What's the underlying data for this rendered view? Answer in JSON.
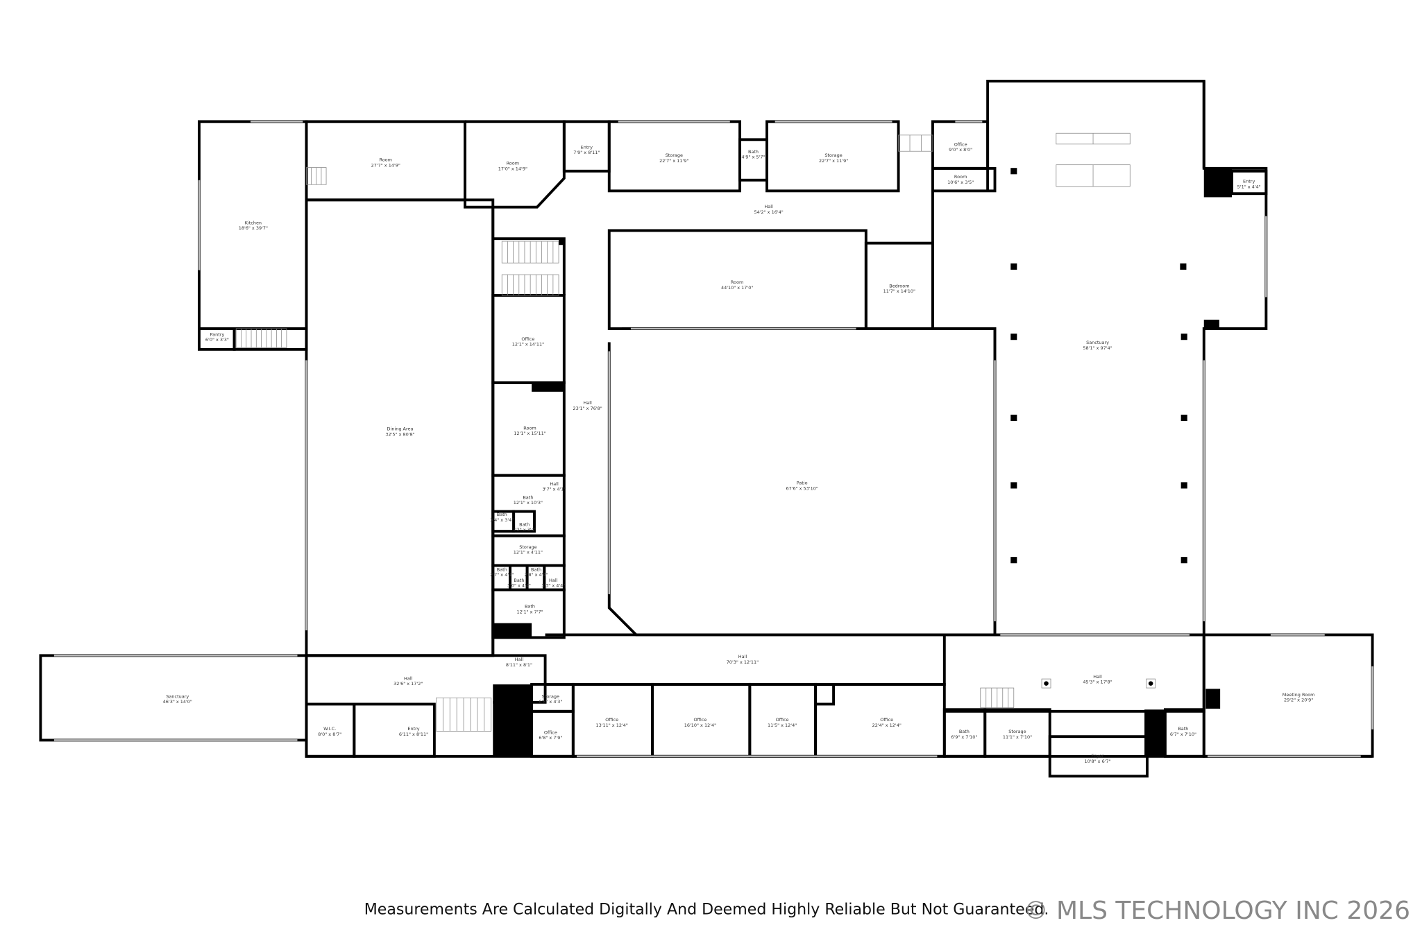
{
  "floorplan": {
    "rooms": [
      {
        "name": "Kitchen",
        "size": "18'6\" x 39'7\""
      },
      {
        "name": "Pantry",
        "size": "6'0\" x 3'3\""
      },
      {
        "name": "Room",
        "size": "27'7\" x 14'9\""
      },
      {
        "name": "Room",
        "size": "17'0\" x 14'9\""
      },
      {
        "name": "Entry",
        "size": "7'9\" x 8'11\""
      },
      {
        "name": "Storage",
        "size": "22'7\" x 11'9\""
      },
      {
        "name": "Bath",
        "size": "4'9\" x 5'7\""
      },
      {
        "name": "Storage",
        "size": "22'7\" x 11'9\""
      },
      {
        "name": "Office",
        "size": "9'0\" x 8'0\""
      },
      {
        "name": "Room",
        "size": "10'6\" x 3'5\""
      },
      {
        "name": "Entry",
        "size": "5'1\" x 4'4\""
      },
      {
        "name": "Hall",
        "size": "54'2\" x 16'4\""
      },
      {
        "name": "Room",
        "size": "44'10\" x 17'0\""
      },
      {
        "name": "Bedroom",
        "size": "11'7\" x 14'10\""
      },
      {
        "name": "Sanctuary",
        "size": "58'1\" x 97'4\""
      },
      {
        "name": "Office",
        "size": "12'1\" x 14'11\""
      },
      {
        "name": "Hall",
        "size": "23'1\" x 76'8\""
      },
      {
        "name": "Room",
        "size": "12'1\" x 15'11\""
      },
      {
        "name": "Dining Area",
        "size": "32'5\" x 80'8\""
      },
      {
        "name": "Hall",
        "size": "3'7\" x 4'1\""
      },
      {
        "name": "Bath",
        "size": "12'1\" x 10'3\""
      },
      {
        "name": "Bath",
        "size": "3'4\" x 3'4\""
      },
      {
        "name": "Bath",
        "size": "3'2\" x 3'4\""
      },
      {
        "name": "Storage",
        "size": "12'1\" x 4'11\""
      },
      {
        "name": "Bath",
        "size": "2'7\" x 4'4\""
      },
      {
        "name": "Bath",
        "size": "3'0\" x 4'4\""
      },
      {
        "name": "Bath",
        "size": "2'8\" x 4'4\""
      },
      {
        "name": "Hall",
        "size": "3'3\" x 4'4\""
      },
      {
        "name": "Bath",
        "size": "12'1\" x 7'7\""
      },
      {
        "name": "Patio",
        "size": "67'6\" x 53'10\""
      },
      {
        "name": "Hall",
        "size": "8'11\" x 8'1\""
      },
      {
        "name": "Hall",
        "size": "32'6\" x 17'2\""
      },
      {
        "name": "Hall",
        "size": "70'3\" x 12'11\""
      },
      {
        "name": "Hall",
        "size": "45'3\" x 17'8\""
      },
      {
        "name": "Sanctuary",
        "size": "46'3\" x 14'0\""
      },
      {
        "name": "W.I.C.",
        "size": "8'0\" x 8'7\""
      },
      {
        "name": "Entry",
        "size": "6'11\" x 8'11\""
      },
      {
        "name": "Storage",
        "size": "6'8\" x 4'3\""
      },
      {
        "name": "Office",
        "size": "6'8\" x 7'9\""
      },
      {
        "name": "Office",
        "size": "13'11\" x 12'4\""
      },
      {
        "name": "Office",
        "size": "16'10\" x 12'4\""
      },
      {
        "name": "Office",
        "size": "11'5\" x 12'4\""
      },
      {
        "name": "Office",
        "size": "22'4\" x 12'4\""
      },
      {
        "name": "Bath",
        "size": "6'9\" x 7'10\""
      },
      {
        "name": "Storage",
        "size": "11'1\" x 7'10\""
      },
      {
        "name": "Foyer",
        "size": "10'8\" x 6'7\""
      },
      {
        "name": "Bath",
        "size": "6'7\" x 7'10\""
      },
      {
        "name": "Meeting Room",
        "size": "29'2\" x 20'9\""
      }
    ]
  },
  "footer": {
    "disclaimer": "Measurements Are Calculated Digitally And Deemed Highly Reliable But Not Guaranteed.",
    "copyright": "© MLS TECHNOLOGY INC 2026"
  },
  "colors": {
    "wall": "#000000",
    "window": "#bbbbbb",
    "copyright": "#888888"
  }
}
